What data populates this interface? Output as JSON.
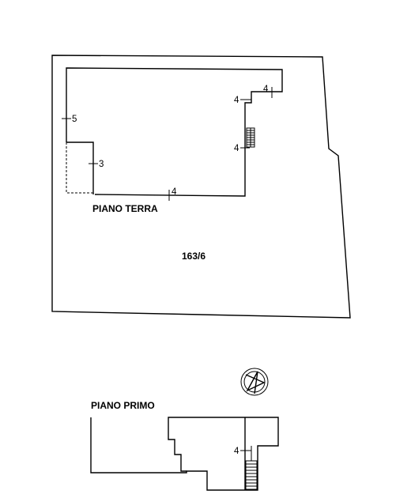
{
  "labels": {
    "ground_floor": "PIANO TERRA",
    "first_floor": "PIANO PRIMO",
    "parcel": "163/6"
  },
  "dimensions": {
    "d_left": "5",
    "d_notch": "3",
    "d_bottom": "4",
    "d_right_upper": "4",
    "d_top_step": "4",
    "d_right_mid": "4",
    "d_first_floor": "4"
  },
  "icons": {
    "north": "north-arrow-icon"
  }
}
